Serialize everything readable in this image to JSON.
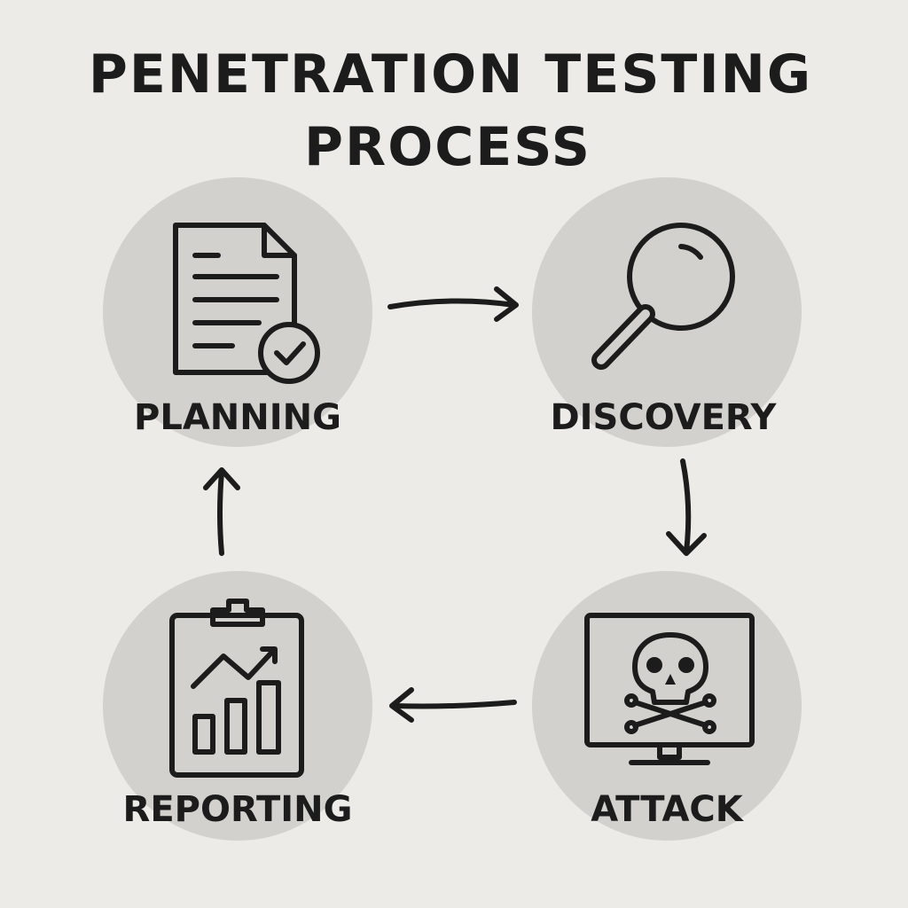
{
  "title": {
    "line1": "PENETRATION TESTING",
    "line2": "PROCESS"
  },
  "colors": {
    "background": "#ecebe7",
    "circle": "#d2d1cd",
    "ink": "#1c1c1c"
  },
  "steps": [
    {
      "label": "PLANNING",
      "icon": "document-check-icon"
    },
    {
      "label": "DISCOVERY",
      "icon": "magnifying-glass-icon"
    },
    {
      "label": "ATTACK",
      "icon": "monitor-skull-icon"
    },
    {
      "label": "REPORTING",
      "icon": "clipboard-chart-icon"
    }
  ],
  "flow": [
    "PLANNING",
    "DISCOVERY",
    "ATTACK",
    "REPORTING",
    "PLANNING"
  ]
}
